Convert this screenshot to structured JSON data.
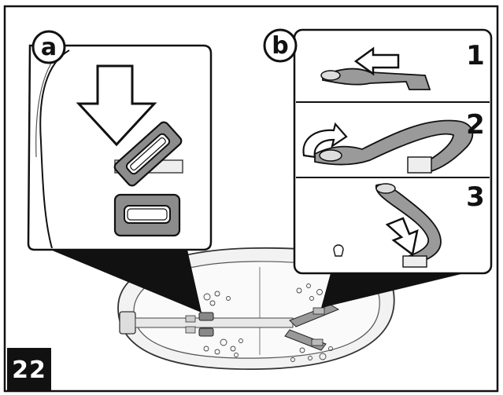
{
  "figure": {
    "number": "22",
    "panels": [
      {
        "label": "a",
        "steps": []
      },
      {
        "label": "b",
        "steps": [
          "1",
          "2",
          "3"
        ]
      }
    ]
  },
  "colors": {
    "line": "#111111",
    "strap_gray": "#9a9a9a",
    "buckle_gray": "#8c8c8c",
    "light_gray": "#d9d9d9",
    "background": "#ffffff"
  }
}
